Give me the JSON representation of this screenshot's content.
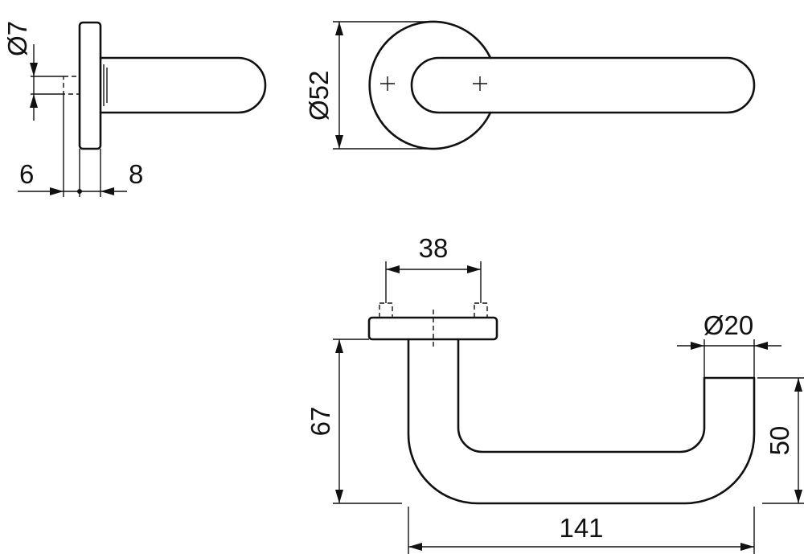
{
  "dimensions": {
    "side_pin_diameter": "Ø7",
    "side_left_offset": "6",
    "side_right_offset": "8",
    "rose_diameter": "Ø52",
    "screw_spacing": "38",
    "grip_diameter": "Ø20",
    "total_height": "67",
    "grip_drop": "50",
    "total_length": "141"
  },
  "colors": {
    "line": "#111111",
    "background": "#ffffff"
  }
}
